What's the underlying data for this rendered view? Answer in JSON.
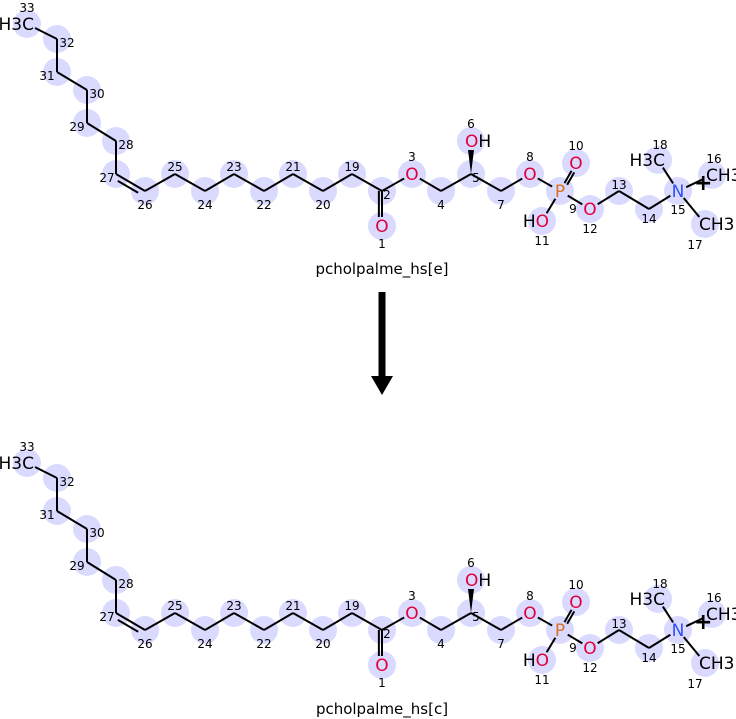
{
  "reactant": {
    "caption": "pcholpalme_hs[e]"
  },
  "product": {
    "caption": "pcholpalme_hs[c]"
  },
  "arrow": {
    "direction": "down"
  },
  "colors": {
    "highlight": "#dadaff",
    "oxygen": "#e0003a",
    "phosphorus": "#d97020",
    "nitrogen": "#2f4ff5",
    "bond": "#000000"
  },
  "atoms": [
    {
      "n": "1",
      "label": "O"
    },
    {
      "n": "2",
      "label": ""
    },
    {
      "n": "3",
      "label": "O"
    },
    {
      "n": "4",
      "label": ""
    },
    {
      "n": "5",
      "label": ""
    },
    {
      "n": "6",
      "label": "OH"
    },
    {
      "n": "7",
      "label": ""
    },
    {
      "n": "8",
      "label": "O"
    },
    {
      "n": "9",
      "label": "P"
    },
    {
      "n": "10",
      "label": "O"
    },
    {
      "n": "11",
      "label": "HO"
    },
    {
      "n": "12",
      "label": "O"
    },
    {
      "n": "13",
      "label": ""
    },
    {
      "n": "14",
      "label": ""
    },
    {
      "n": "15",
      "label": "N"
    },
    {
      "n": "16",
      "label": "CH3"
    },
    {
      "n": "17",
      "label": "CH3"
    },
    {
      "n": "18",
      "label": "H3C"
    },
    {
      "n": "19",
      "label": ""
    },
    {
      "n": "20",
      "label": ""
    },
    {
      "n": "21",
      "label": ""
    },
    {
      "n": "22",
      "label": ""
    },
    {
      "n": "23",
      "label": ""
    },
    {
      "n": "24",
      "label": ""
    },
    {
      "n": "25",
      "label": ""
    },
    {
      "n": "26",
      "label": ""
    },
    {
      "n": "27",
      "label": ""
    },
    {
      "n": "28",
      "label": ""
    },
    {
      "n": "29",
      "label": ""
    },
    {
      "n": "30",
      "label": ""
    },
    {
      "n": "31",
      "label": ""
    },
    {
      "n": "32",
      "label": ""
    },
    {
      "n": "33",
      "label": "H3C"
    }
  ],
  "charge": "+"
}
